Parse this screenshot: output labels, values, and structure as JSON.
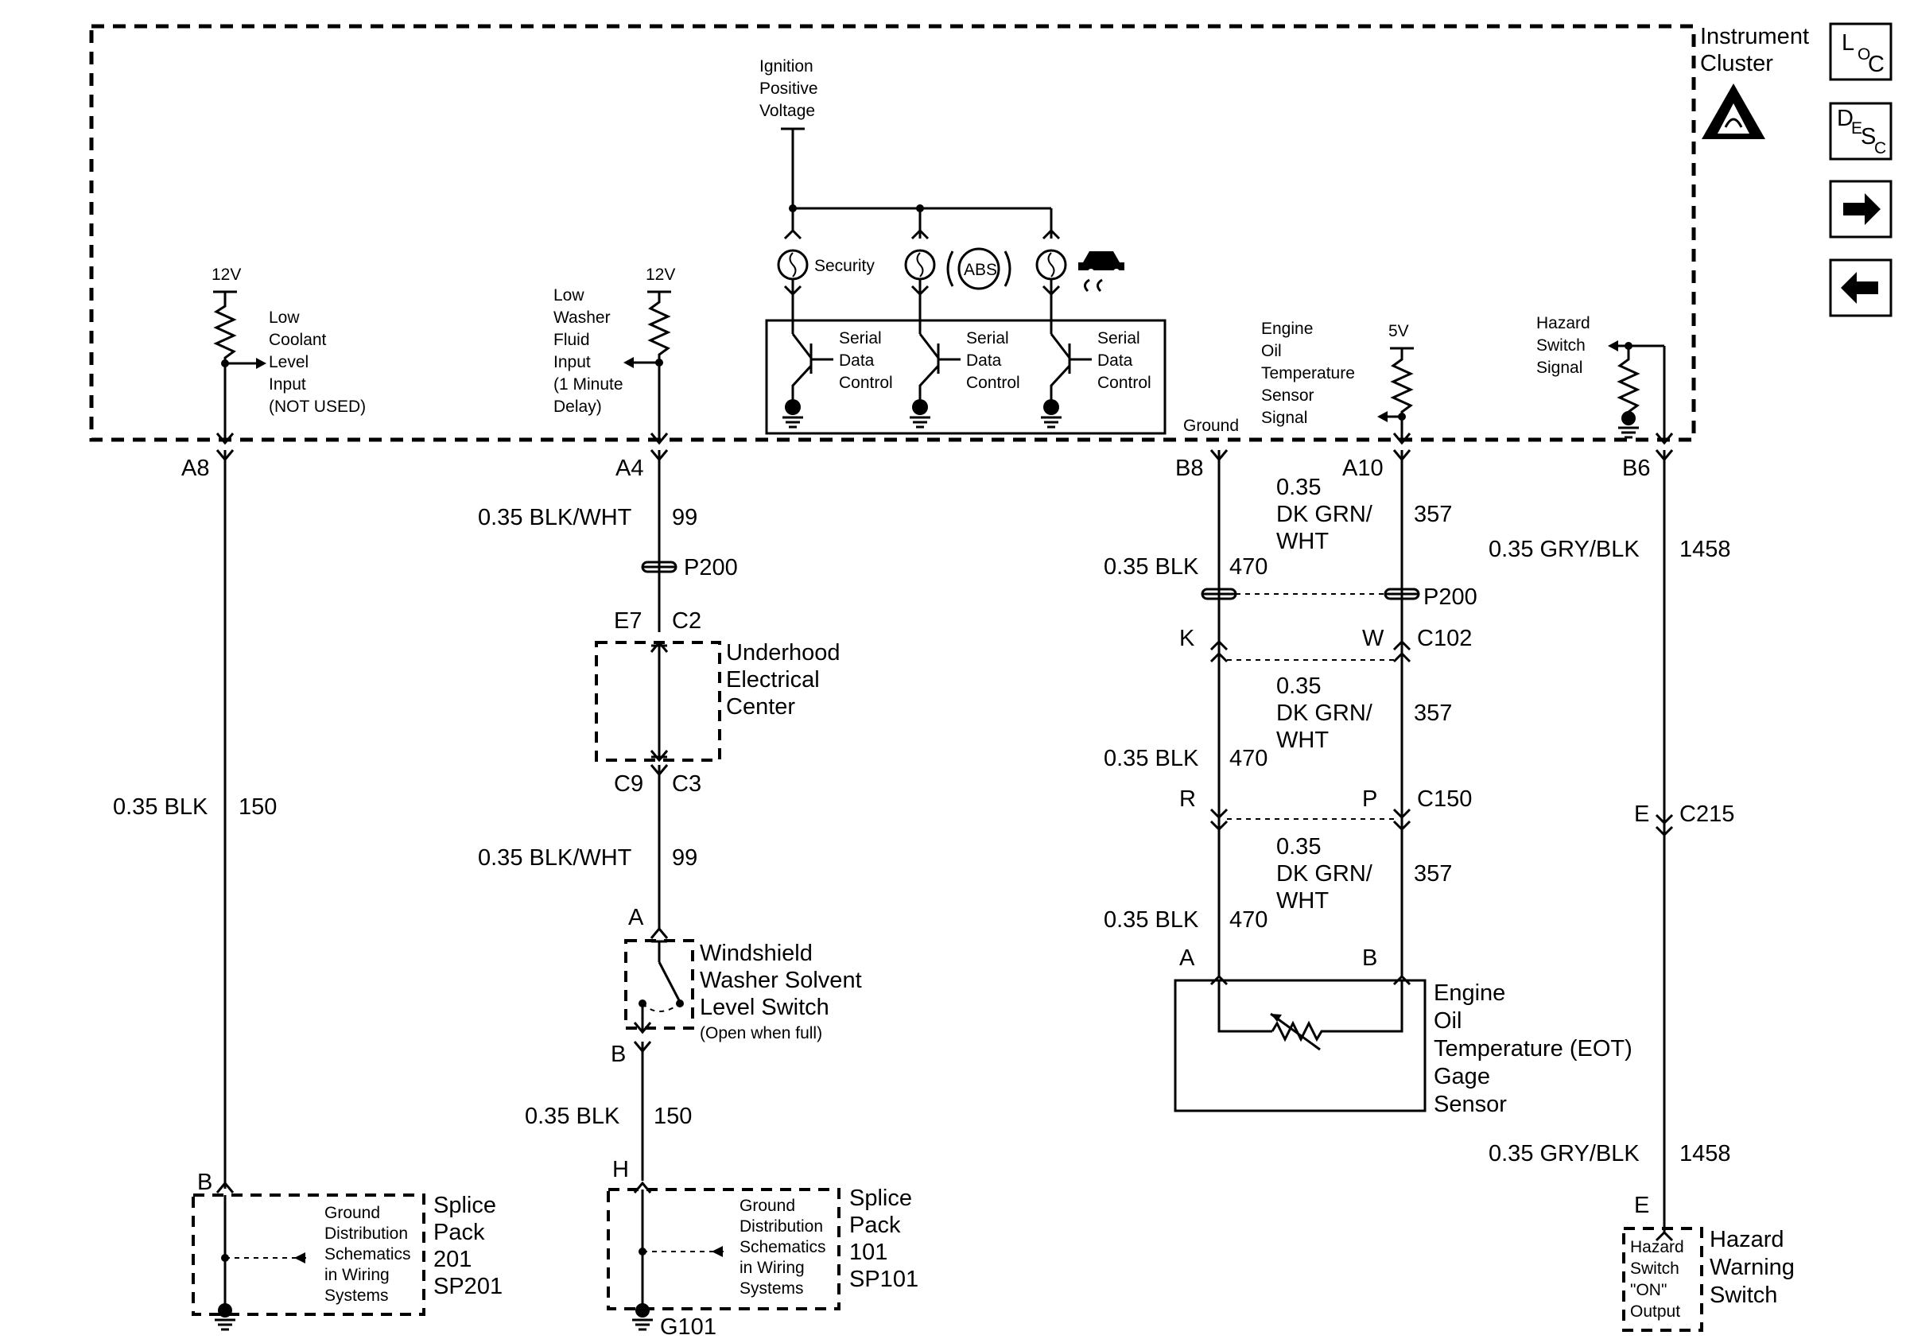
{
  "module": {
    "title_line1": "Instrument",
    "title_line2": "Cluster",
    "ignition": [
      "Ignition",
      "Positive",
      "Voltage"
    ],
    "v12a": "12V",
    "v12b": "12V",
    "v5": "5V",
    "coolant": [
      "Low",
      "Coolant",
      "Level",
      "Input",
      "(NOT USED)"
    ],
    "washer": [
      "Low",
      "Washer",
      "Fluid",
      "Input",
      "(1 Minute",
      "Delay)"
    ],
    "security_label": "Security",
    "abs_label": "ABS",
    "sdc": [
      "Serial",
      "Data",
      "Control"
    ],
    "eot_signal": [
      "Engine",
      "Oil",
      "Temperature",
      "Sensor",
      "Signal"
    ],
    "hazard_signal": [
      "Hazard",
      "Switch",
      "Signal"
    ],
    "ground_label": "Ground"
  },
  "nav": {
    "loc": [
      "L",
      "O",
      "C"
    ],
    "desc": [
      "D",
      "E",
      "S",
      "C"
    ]
  },
  "pins": {
    "a8": "A8",
    "a4": "A4",
    "b8": "B8",
    "a10": "A10",
    "b6": "B6"
  },
  "wires": {
    "w150a": "0.35 BLK",
    "c150a": "150",
    "w99a": "0.35 BLK/WHT",
    "c99a": "99",
    "w99b": "0.35 BLK/WHT",
    "c99b": "99",
    "w150b": "0.35 BLK",
    "c150b": "150",
    "w470a": "0.35 BLK",
    "c470a": "470",
    "w470b": "0.35 BLK",
    "c470b": "470",
    "w470c": "0.35 BLK",
    "c470c": "470",
    "w357a": [
      "0.35",
      "DK GRN/",
      "WHT"
    ],
    "c357a": "357",
    "w357b": [
      "0.35",
      "DK GRN/",
      "WHT"
    ],
    "c357b": "357",
    "w357c": [
      "0.35",
      "DK GRN/",
      "WHT"
    ],
    "c357c": "357",
    "w1458a": "0.35 GRY/BLK",
    "c1458a": "1458",
    "w1458b": "0.35 GRY/BLK",
    "c1458b": "1458"
  },
  "connectors": {
    "p200a": "P200",
    "p200b": "P200",
    "e7": "E7",
    "c2": "C2",
    "c9": "C9",
    "c3": "C3",
    "k": "K",
    "w": "W",
    "c102": "C102",
    "r": "R",
    "p": "P",
    "c150": "C150",
    "e": "E",
    "c215": "C215",
    "a_ws": "A",
    "b_ws": "B",
    "a_eot": "A",
    "b_eot": "B",
    "b_sp201": "B",
    "h_sp101": "H",
    "e_hz": "E"
  },
  "components": {
    "uec": [
      "Underhood",
      "Electrical",
      "Center"
    ],
    "ws_switch": [
      "Windshield",
      "Washer Solvent",
      "Level Switch"
    ],
    "ws_note": "(Open when full)",
    "eot_sensor": [
      "Engine",
      "Oil",
      "Temperature (EOT)",
      "Gage",
      "Sensor"
    ],
    "gnd_dist": [
      "Ground",
      "Distribution",
      "Schematics",
      "in Wiring",
      "Systems"
    ],
    "sp201": [
      "Splice",
      "Pack",
      "201",
      "SP201"
    ],
    "sp101": [
      "Splice",
      "Pack",
      "101",
      "SP101"
    ],
    "g101": "G101",
    "hazard_switch": [
      "Hazard",
      "Warning",
      "Switch"
    ],
    "hazard_inner": [
      "Hazard",
      "Switch",
      "\"ON\"",
      "Output"
    ]
  }
}
